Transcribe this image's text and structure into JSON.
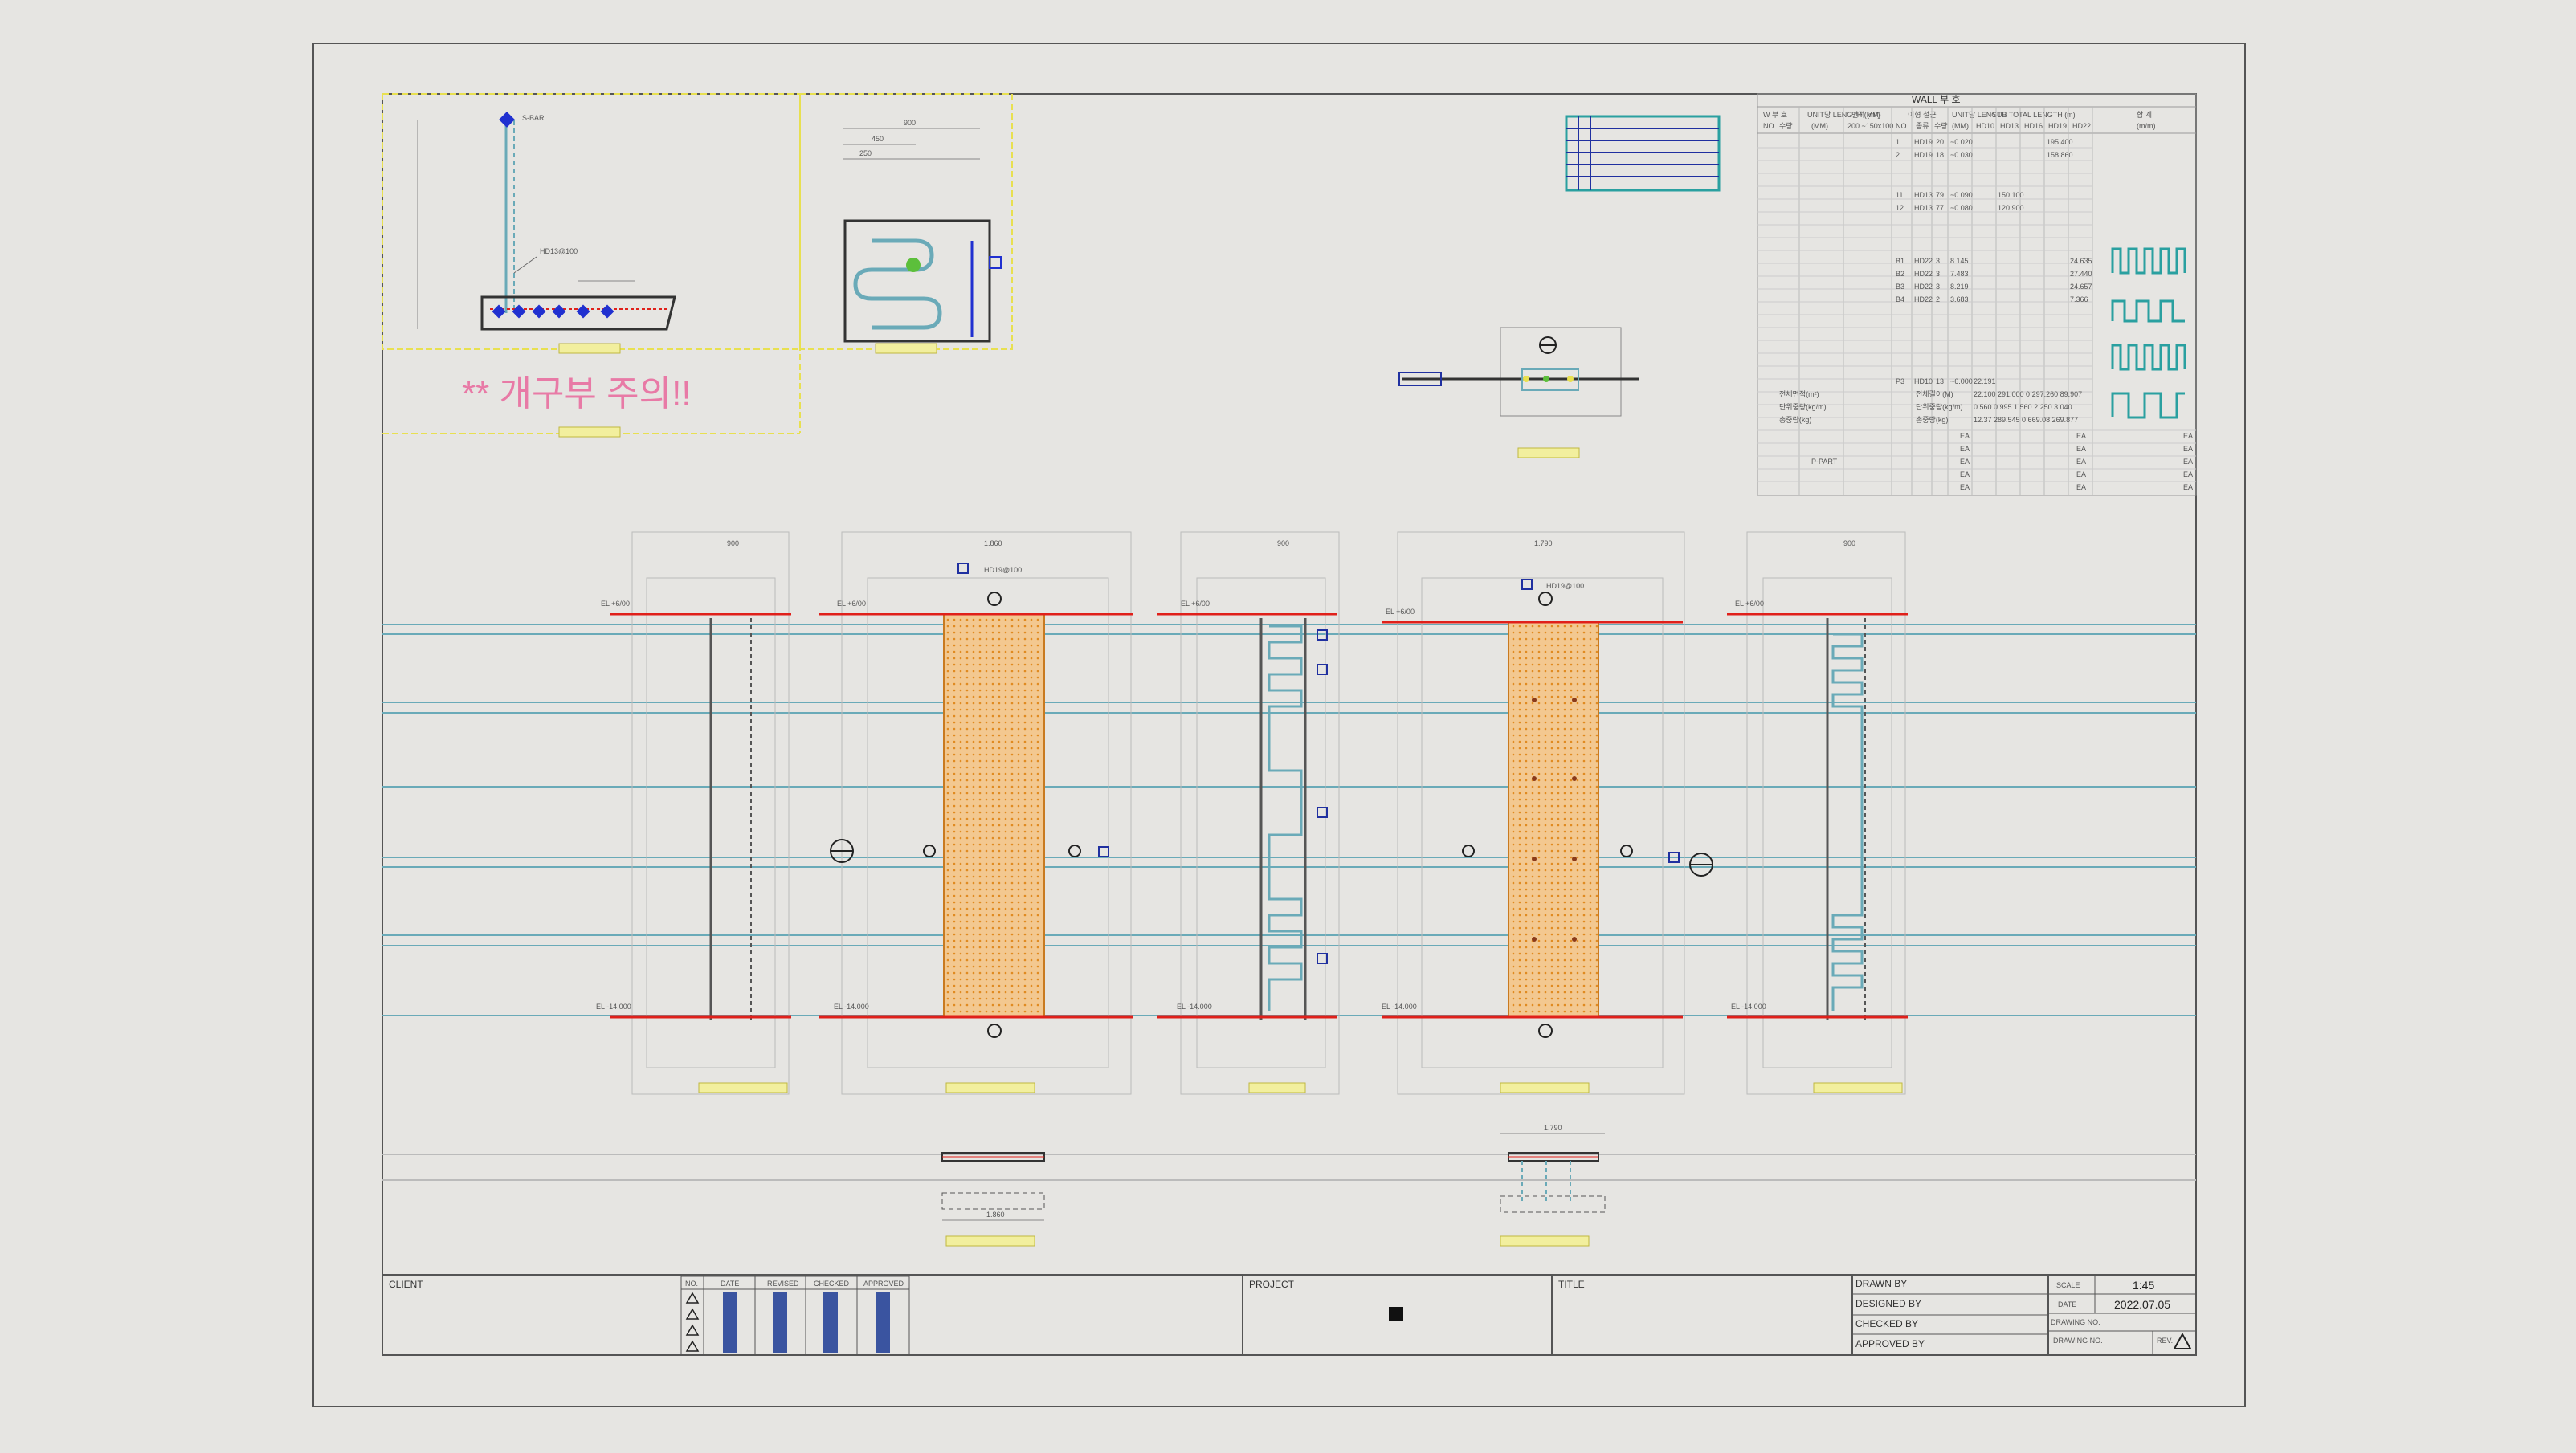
{
  "detail_a": {
    "s_bar_label": "S-BAR",
    "rebar_label": "HD13@100"
  },
  "detail_b": {
    "dims": [
      "900",
      "450",
      "250"
    ]
  },
  "warning_text": "** 개구부 주의!!",
  "wall_table": {
    "title": "WALL 부 호",
    "header_cols": [
      "W 부 호",
      "UNIT당 LENGTH (MM)",
      "면적 (m²)",
      "이형 철근",
      "UNIT당 LENGTH",
      "SUB TOTAL LENGTH (m)",
      "합 계"
    ],
    "sub_cols": [
      "NO.",
      "수량",
      "(MM)",
      "200 ~150x100",
      "NO.",
      "종류",
      "수량",
      "(MM)",
      "HD10",
      "HD13",
      "HD16",
      "HD19",
      "HD22",
      "(m/m)"
    ],
    "rows": [
      [
        "1",
        "HD19",
        "20",
        "~0.020",
        "",
        "",
        "195.400"
      ],
      [
        "2",
        "HD19",
        "18",
        "~0.030",
        "",
        "",
        "158.860"
      ],
      [
        "11",
        "HD13",
        "79",
        "~0.090",
        "150.100",
        "",
        ""
      ],
      [
        "12",
        "HD13",
        "77",
        "~0.080",
        "120.900",
        "",
        ""
      ],
      [
        "B1",
        "HD22",
        "3",
        "8.145",
        "",
        "",
        "24.635"
      ],
      [
        "B2",
        "HD22",
        "3",
        "7.483",
        "",
        "",
        "27.440"
      ],
      [
        "B3",
        "HD22",
        "3",
        "8.219",
        "",
        "",
        "24.657"
      ],
      [
        "B4",
        "HD22",
        "2",
        "3.683",
        "",
        "",
        "7.366"
      ],
      [
        "P3",
        "HD10",
        "13",
        "~6.000",
        "22.191",
        "",
        ""
      ]
    ],
    "summary": [
      {
        "label": "전체면적(m²)",
        "text": "전체길이(M)",
        "values": "22.100 291.000  0  297.260 89.907"
      },
      {
        "label": "단위중량(kg/m)",
        "text": "단위중량(kg/m)",
        "values": "0.560  0.995  1.560  2.250  3.040"
      },
      {
        "label": "총중량(kg)",
        "text": "총중량(kg)",
        "values": "12.37 289.545  0  669.08 269.877"
      }
    ],
    "p_part": "P-PART",
    "ea": "EA"
  },
  "elevations": {
    "level_top": "EL +6/00",
    "level_bottom": "EL -14.000",
    "dims_top": [
      "900",
      "1.860",
      "900",
      "1.790",
      "900"
    ],
    "callout": "HD19@100",
    "note": "S-BAR"
  },
  "bottom_details": {
    "dim_1": "1.860",
    "dim_2": "1.790"
  },
  "title_block": {
    "client_label": "CLIENT",
    "rev_headers": [
      "NO.",
      "DATE",
      "REVISED",
      "CHECKED",
      "APPROVED"
    ],
    "project_label": "PROJECT",
    "title_label": "TITLE",
    "drawn_by": "DRAWN BY",
    "designed_by": "DESIGNED BY",
    "checked_by": "CHECKED BY",
    "approved_by": "APPROVED BY",
    "scale_label": "SCALE",
    "scale_value": "1:45",
    "date_label": "DATE",
    "date_value": "2022.07.05",
    "drawing_no_short": "DRAWING NO.",
    "drawing_no_label": "DRAWING NO.",
    "rev_label": "REV."
  },
  "colors": {
    "background": "#e6e5e2",
    "frame": "#555555",
    "rebar_cyan": "#6aaab8",
    "grid_red": "#e0201a",
    "hatch_orange": "#f0a040",
    "warning_pink": "#e87aa6",
    "highlight_yellow": "#e8e050",
    "table_green": "#2aa0a0",
    "stamp_blue": "#3a54a0"
  }
}
